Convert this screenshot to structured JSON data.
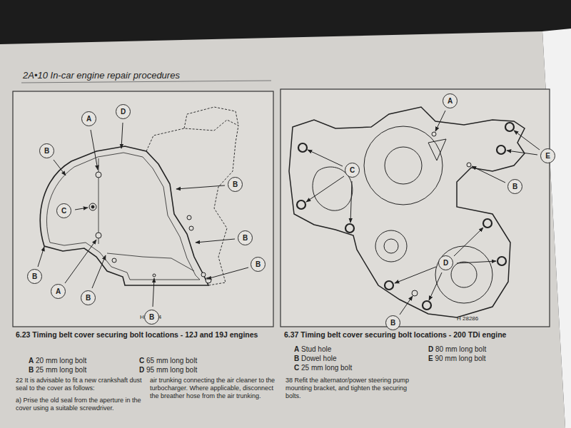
{
  "diagram": {
    "title": "2A•10 In-car engine repair procedures",
    "labels": [
      "6.23 Timing belt cover securing bolt locations - 12J and 19J engines",
      "A 20 mm long bolt",
      "B 25 mm long bolt",
      "C 65 mm long bolt",
      "D 95 mm long bolt",
      "6.37 Timing belt cover securing bolt locations - 200 TDi engine",
      "A Stud hole",
      "B Dowel hole",
      "C 25 mm long bolt",
      "D 80 mm long bolt",
      "E 90 mm long bolt",
      "H 28464",
      "H 28286",
      "A",
      "D",
      "B",
      "C",
      "B",
      "B",
      "B",
      "A",
      "B",
      "B",
      "B",
      "A",
      "C",
      "E",
      "B",
      "D",
      "B",
      "22 It is advisable to fit a new crankshaft dust seal to the cover as follows:",
      "a) Prise the old seal from the aperture in the cover using a suitable screwdriver.",
      "air trunking connecting the air cleaner to the turbocharger. Where applicable, disconnect the breather hose from the air trunking.",
      "38 Refit the alternator/power steering pump mounting bracket, and tighten the securing bolts."
    ]
  }
}
